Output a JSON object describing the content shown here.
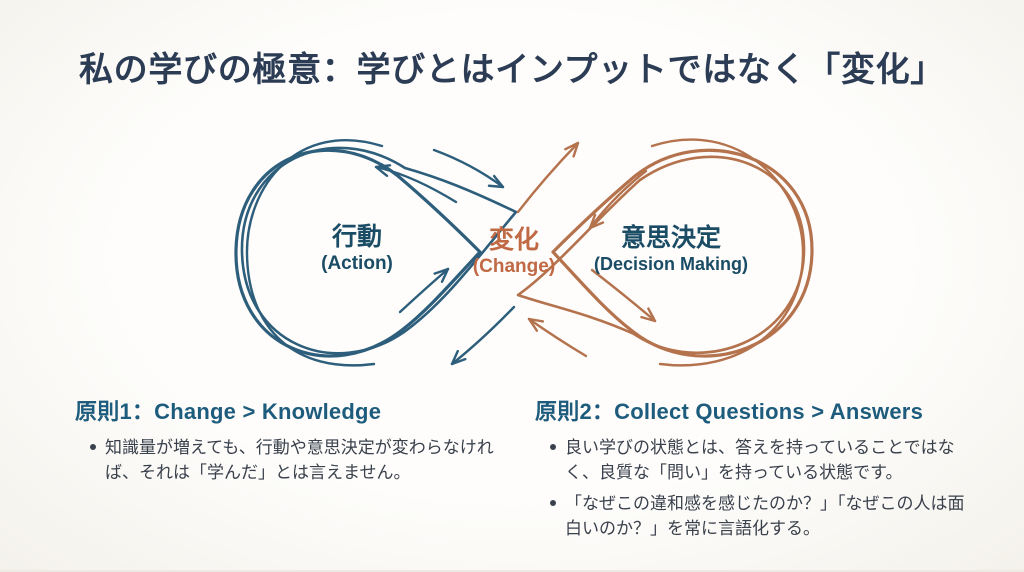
{
  "slide": {
    "title": "私の学びの極意：学びとはインプットではなく「変化」"
  },
  "diagram": {
    "action": {
      "label": "行動",
      "sublabel": "(Action)"
    },
    "change": {
      "label": "変化",
      "sublabel": "(Change)"
    },
    "decision": {
      "label": "意思決定",
      "sublabel": "(Decision Making)"
    }
  },
  "principles": [
    {
      "heading": "原則1：Change > Knowledge",
      "bullets": [
        "知識量が増えても、行動や意思決定が変わらなければ、それは「学んだ」とは言えません。"
      ]
    },
    {
      "heading": "原則2：Collect Questions > Answers",
      "bullets": [
        "良い学びの状態とは、答えを持っていることではなく、良質な「問い」を持っている状態です。",
        "「なぜこの違和感を感じたのか？」「なぜこの人は面白いのか？」を常に言語化する。"
      ]
    }
  ],
  "colors": {
    "background": "#fbf9f4",
    "title": "#2b3c54",
    "loop_blue": "#2d5e7b",
    "loop_orange": "#b4724d",
    "label_teal": "#1a4c66",
    "change_orange": "#c06a45",
    "heading_blue": "#1e5c7d",
    "body_text": "#3a414c"
  }
}
